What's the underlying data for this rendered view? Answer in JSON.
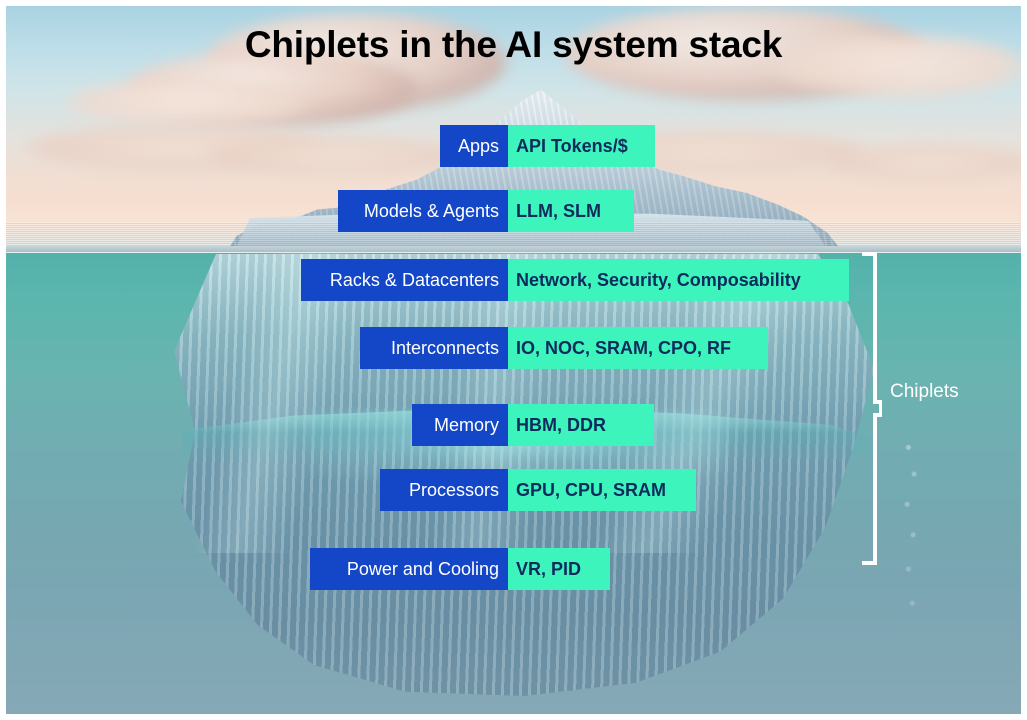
{
  "title": "Chiplets in the AI system stack",
  "colors": {
    "label_box": "#1347C8",
    "value_box": "#3DF5BC",
    "value_text": "#0D2B5C",
    "label_text": "#FFFFFF",
    "title_text": "#000000",
    "brace": "#FFFFFF"
  },
  "stack": {
    "rows": [
      {
        "label": "Apps",
        "value": "API Tokens/$"
      },
      {
        "label": "Models & Agents",
        "value": "LLM, SLM"
      },
      {
        "label": "Racks & Datacenters",
        "value": "Network, Security, Composability"
      },
      {
        "label": "Interconnects",
        "value": "IO, NOC, SRAM, CPO, RF"
      },
      {
        "label": "Memory",
        "value": "HBM, DDR"
      },
      {
        "label": "Processors",
        "value": "GPU, CPU, SRAM"
      },
      {
        "label": "Power and Cooling",
        "value": "VR, PID"
      }
    ]
  },
  "annotation": {
    "brace_label": "Chiplets"
  }
}
